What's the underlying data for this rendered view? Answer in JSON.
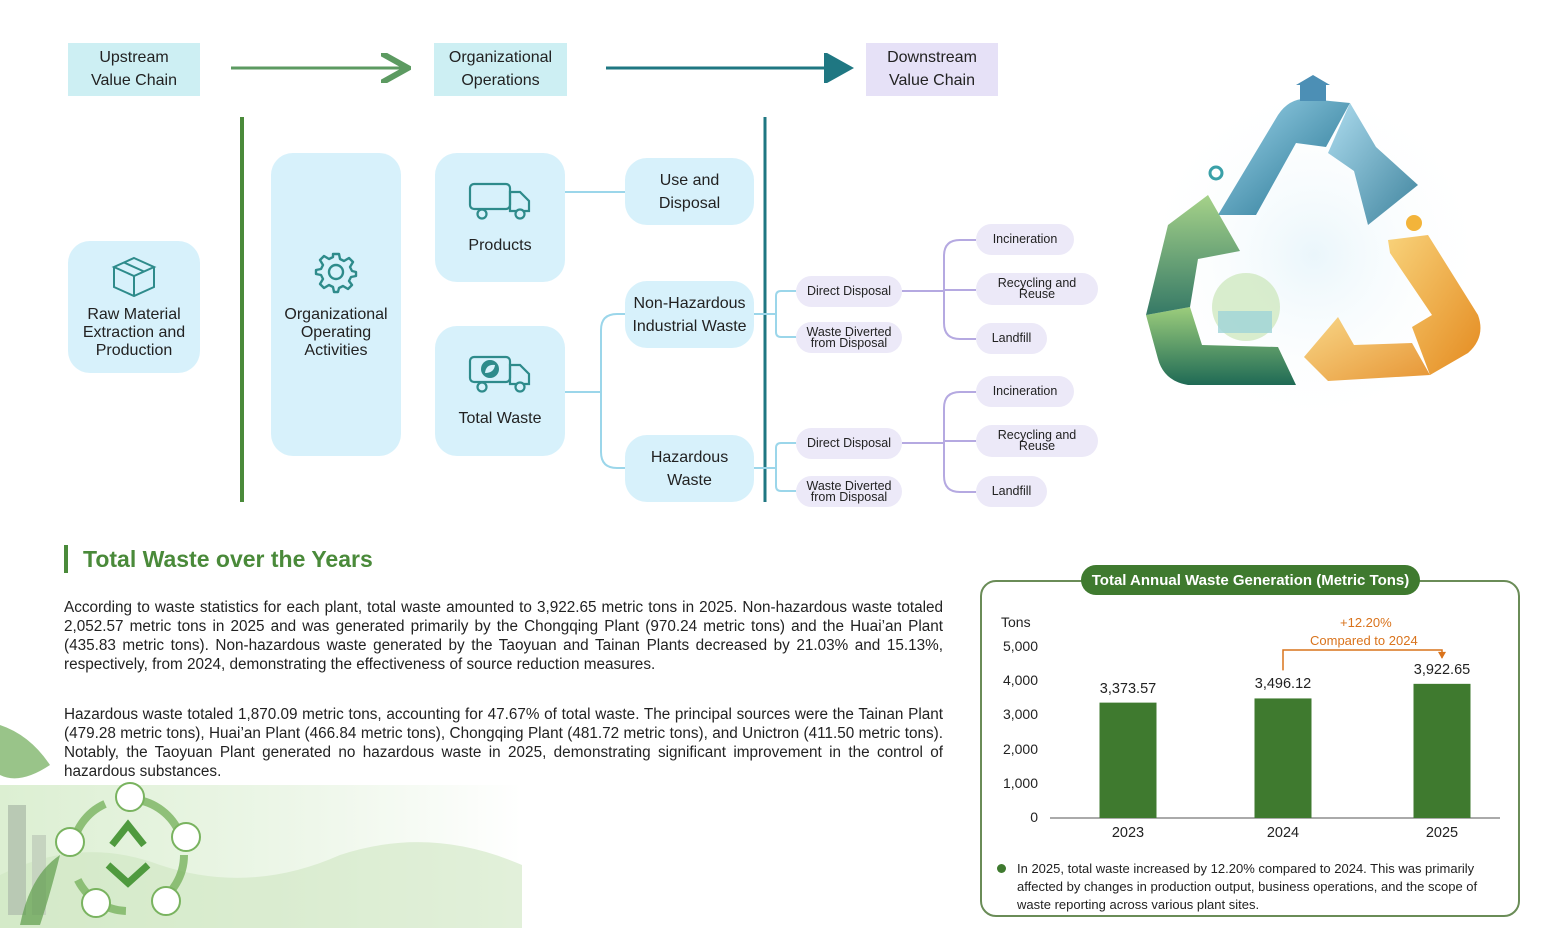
{
  "flow": {
    "headers": {
      "upstream": "Upstream\nValue Chain",
      "organizational": "Organizational\nOperations",
      "downstream": "Downstream\nValue Chain"
    },
    "raw_material": "Raw Material\nExtraction and\nProduction",
    "org_activities": "Organizational\nOperating\nActivities",
    "products": "Products",
    "total_waste": "Total Waste",
    "use_disposal": "Use and\nDisposal",
    "non_hazardous": "Non-Hazardous\nIndustrial Waste",
    "hazardous": "Hazardous\nWaste",
    "direct_disposal": "Direct Disposal",
    "waste_diverted": "Waste Diverted\nfrom Disposal",
    "incineration": "Incineration",
    "recycling": "Recycling and\nReuse",
    "landfill": "Landfill"
  },
  "section": {
    "title": "Total Waste over the Years",
    "paragraph1": "According to waste statistics for each plant, total waste amounted to 3,922.65 metric tons in 2025. Non-hazardous waste totaled 2,052.57 metric tons in 2025 and was generated primarily by the Chongqing Plant (970.24 metric tons) and the Huai’an Plant (435.83 metric tons). Non-hazardous waste generated by the Taoyuan and Tainan Plants decreased by 21.03% and 15.13%, respectively, from 2024, demonstrating the effectiveness of source reduction measures.",
    "paragraph2": "Hazardous waste totaled 1,870.09 metric tons, accounting for 47.67% of total waste. The principal sources were the Tainan Plant (479.28 metric tons), Huai’an Plant (466.84 metric tons), Chongqing Plant (481.72 metric tons), and Unictron (411.50 metric tons). Notably, the Taoyuan Plant generated no hazardous waste in 2025, demonstrating significant improvement in the control of hazardous substances."
  },
  "chart_data": {
    "type": "bar",
    "title": "Total Annual Waste Generation (Metric Tons)",
    "ylabel": "Tons",
    "categories": [
      "2023",
      "2024",
      "2025"
    ],
    "values": [
      3373.57,
      3496.12,
      3922.65
    ],
    "value_labels": [
      "3,373.57",
      "3,496.12",
      "3,922.65"
    ],
    "yticks": [
      "0",
      "1,000",
      "2,000",
      "3,000",
      "4,000",
      "5,000"
    ],
    "ylim": [
      0,
      5000
    ],
    "grid": false,
    "bar_color": "#3f7a2f",
    "annotation": {
      "value": "+12.20%",
      "text": "Compared to 2024",
      "color": "#d9731c"
    },
    "note": "In 2025, total waste increased by 12.20% compared to 2024. This was primarily affected by changes in production output, business operations, and the scope of waste reporting across various plant sites."
  },
  "colors": {
    "accent_green": "#4a8a3a",
    "teal": "#1f7782",
    "box_blue": "#d7f1fb",
    "pill_lavender": "#ece9f8",
    "header_teal": "#cdeff3",
    "header_lavender": "#e6e1f7"
  }
}
